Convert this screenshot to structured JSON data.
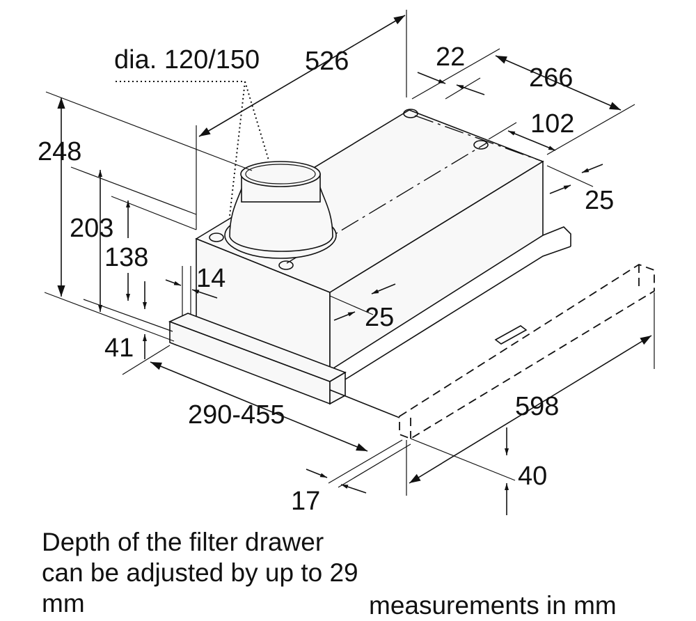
{
  "diagram": {
    "dimensions": {
      "d526": "526",
      "d22": "22",
      "d266": "266",
      "d102": "102",
      "d25_right": "25",
      "d25_front": "25",
      "d248": "248",
      "d203": "203",
      "d138": "138",
      "d14": "14",
      "d41": "41",
      "d290_455": "290-455",
      "d598": "598",
      "d40": "40",
      "d17": "17"
    },
    "duct_label": "dia. 120/150"
  },
  "notes": {
    "filter_drawer": "Depth of the filter drawer can be adjusted by up to 29 mm",
    "units": "measurements in mm"
  }
}
